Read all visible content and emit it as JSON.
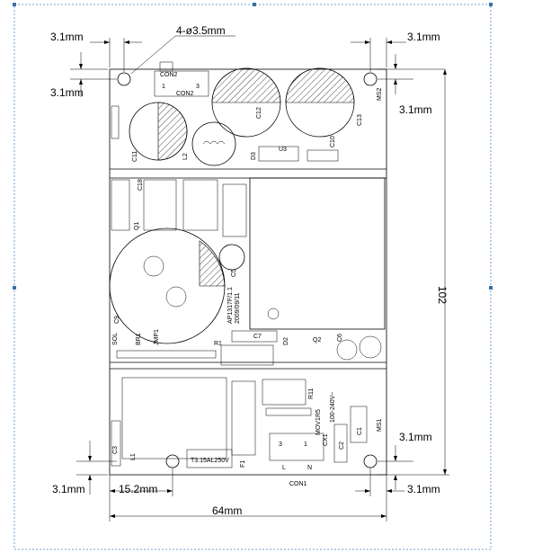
{
  "dimensions": {
    "left_margin": "3.1mm",
    "right_margin": "3.1mm",
    "top_margin": "3.1mm",
    "right_top_margin": "3.1mm",
    "right_bottom_margin": "3.1mm",
    "bottom_left_margin": "3.1mm",
    "bottom_right_margin": "3.1mm",
    "hole_spec": "4-ø3.5mm",
    "hole_offset": "15.2mm",
    "width": "64mm",
    "height": "102"
  },
  "components": {
    "con2": "CON2",
    "con1": "CON1",
    "c11": "C11",
    "l2": "L2",
    "c12": "C12",
    "c13": "C13",
    "d3": "D3",
    "u3": "U3",
    "c10": "C10",
    "ms2": "MS2",
    "c18": "C18",
    "c5": "C5",
    "q1": "Q1",
    "c9": "C9",
    "chip": "AP1317F/1.1",
    "date": "2009/09/11",
    "sol": "SOL",
    "br1": "BR1",
    "jmp1": "JMP1",
    "r1": "R1",
    "c7": "C7",
    "d2": "D2",
    "q2": "Q2",
    "c6": "C6",
    "r11": "R11",
    "r5": "R5",
    "mov1": "MOV1",
    "volt": "100-240V~",
    "cx1": "CX1",
    "c2": "C2",
    "c1": "C1",
    "ms1": "MS1",
    "l1": "L1",
    "c3": "C3",
    "fuse": "T3.15AL250V",
    "f1": "F1",
    "pin1": "1",
    "pin3": "3",
    "con_l": "L",
    "con_n": "N"
  }
}
